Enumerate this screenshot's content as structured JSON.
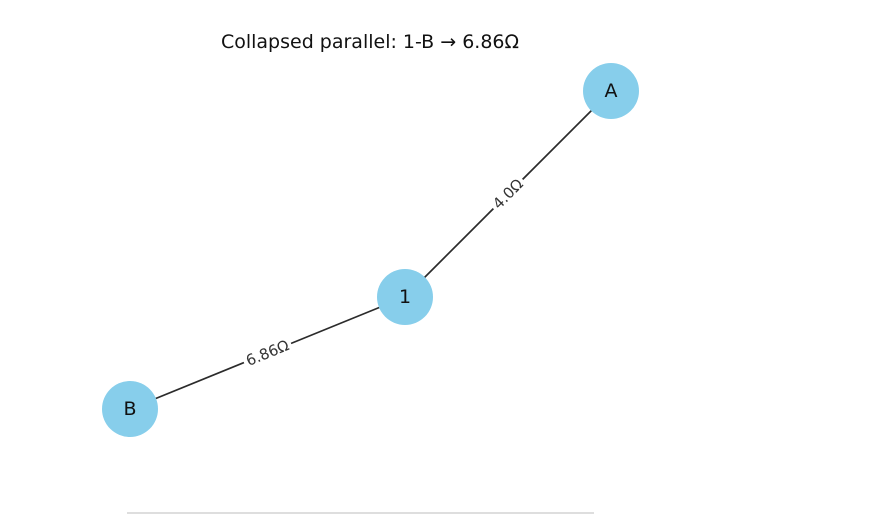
{
  "title": "Collapsed parallel: 1-B → 6.86Ω",
  "nodes": [
    {
      "id": "A",
      "label": "A",
      "color": "#87ceeb"
    },
    {
      "id": "1",
      "label": "1",
      "color": "#87ceeb"
    },
    {
      "id": "B",
      "label": "B",
      "color": "#87ceeb"
    }
  ],
  "edges": [
    {
      "from": "A",
      "to": "1",
      "label": "4.0Ω"
    },
    {
      "from": "1",
      "to": "B",
      "label": "6.86Ω"
    }
  ]
}
